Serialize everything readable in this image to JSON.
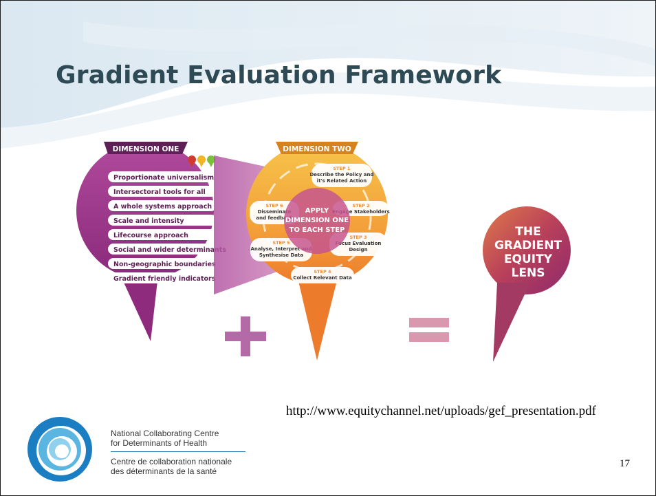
{
  "slide": {
    "title": "Gradient Evaluation Framework",
    "url": "http://www.equitychannel.net/uploads/gef_presentation.pdf",
    "page_number": "17"
  },
  "dimension_one": {
    "header": "DIMENSION ONE",
    "color": "#9b2f86",
    "items": [
      "Proportionate universalism",
      "Intersectoral tools for all",
      "A whole systems approach",
      "Scale and intensity",
      "Lifecourse approach",
      "Social and wider determinants",
      "Non-geographic boundaries",
      "Gradient friendly indicators"
    ]
  },
  "dimension_two": {
    "header": "DIMENSION TWO",
    "color": "#f1a73a",
    "center_text": [
      "APPLY",
      "DIMENSION ONE",
      "TO EACH STEP"
    ],
    "steps": [
      {
        "num": "STEP 1",
        "lines": [
          "Describe the Policy and",
          "it's Related Action"
        ]
      },
      {
        "num": "STEP 2",
        "lines": [
          "Engage Stakeholders"
        ]
      },
      {
        "num": "STEP 3",
        "lines": [
          "Focus Evaluation",
          "Design"
        ]
      },
      {
        "num": "STEP 4",
        "lines": [
          "Collect Relevant Data"
        ]
      },
      {
        "num": "STEP 5",
        "lines": [
          "Analyse, Interpret and",
          "Synthesise Data"
        ]
      },
      {
        "num": "STEP 6",
        "lines": [
          "Disseminate",
          "and feedback"
        ]
      }
    ]
  },
  "result": {
    "lines": [
      "THE",
      "GRADIENT",
      "EQUITY",
      "LENS"
    ],
    "color": "#a33a63"
  },
  "operators": {
    "plus_color": "#b46aa6",
    "equals_color": "#d998ad"
  },
  "organization": {
    "name_en": [
      "National Collaborating Centre",
      "for Determinants of Health"
    ],
    "name_fr": [
      "Centre de collaboration nationale",
      "des déterminants de la santé"
    ]
  }
}
